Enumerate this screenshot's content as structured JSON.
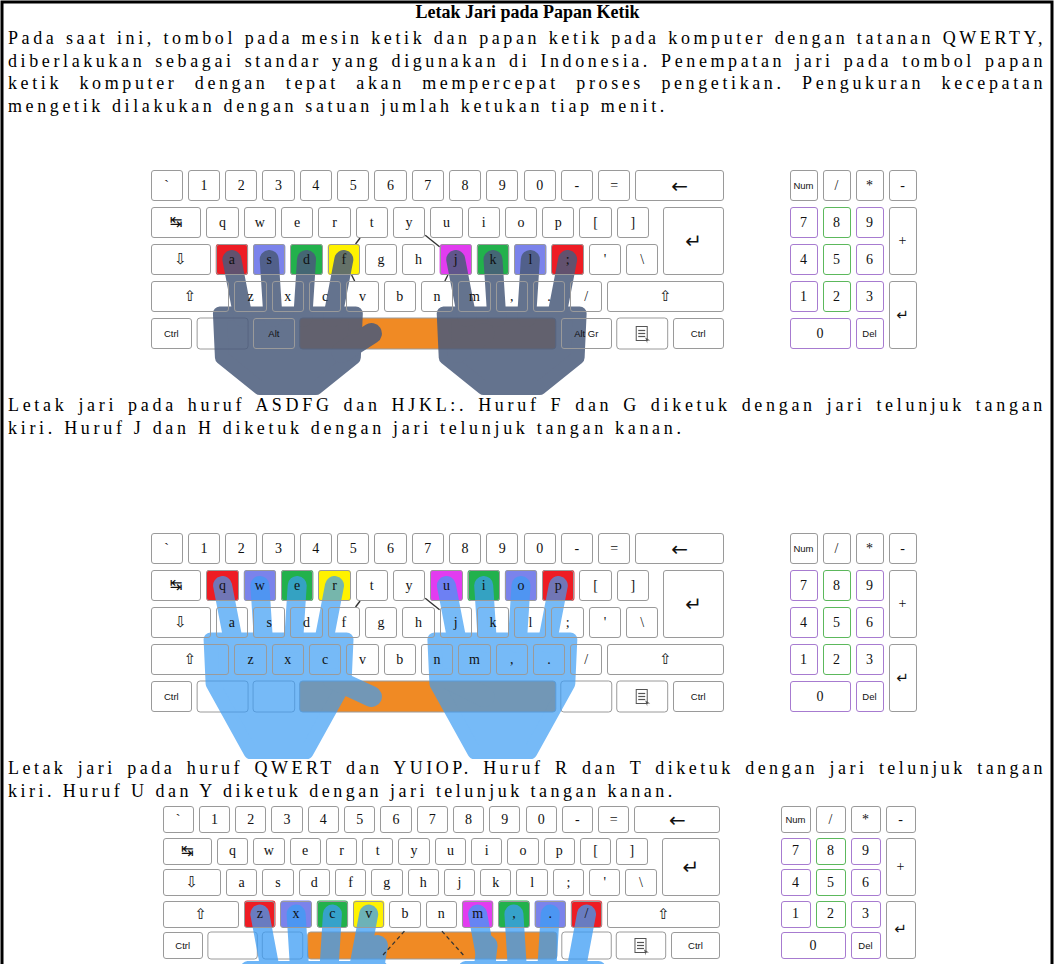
{
  "diagram": {
    "title": "Letak Jari pada Papan Ketik",
    "nodes": [
      {
        "text": [
          "`"
        ]
      },
      {
        "text": [
          "1"
        ]
      },
      {
        "text": [
          "2"
        ]
      },
      {
        "text": [
          "3"
        ]
      },
      {
        "text": [
          "4"
        ]
      },
      {
        "text": [
          "5"
        ]
      },
      {
        "text": [
          "6"
        ]
      },
      {
        "text": [
          "7"
        ]
      },
      {
        "text": [
          "8"
        ]
      },
      {
        "text": [
          "9"
        ]
      },
      {
        "text": [
          "0"
        ]
      },
      {
        "text": [
          "-"
        ]
      },
      {
        "text": [
          "="
        ]
      },
      {
        "text": [
          "←"
        ]
      },
      {
        "text": [
          "↹"
        ]
      },
      {
        "text": [
          "q"
        ]
      },
      {
        "text": [
          "w"
        ]
      },
      {
        "text": [
          "e"
        ]
      },
      {
        "text": [
          "r"
        ]
      },
      {
        "text": [
          "t"
        ]
      },
      {
        "text": [
          "y"
        ]
      },
      {
        "text": [
          "u"
        ]
      },
      {
        "text": [
          "i"
        ]
      },
      {
        "text": [
          "o"
        ]
      },
      {
        "text": [
          "p"
        ]
      },
      {
        "text": [
          "["
        ]
      },
      {
        "text": [
          "]"
        ]
      },
      {
        "text": [
          "↵"
        ]
      },
      {
        "text": [
          "⇩"
        ]
      },
      {
        "text": [
          "a"
        ]
      },
      {
        "text": [
          "s"
        ]
      },
      {
        "text": [
          "d"
        ]
      },
      {
        "text": [
          "f"
        ]
      },
      {
        "text": [
          "g"
        ]
      },
      {
        "text": [
          "h"
        ]
      },
      {
        "text": [
          "j"
        ]
      },
      {
        "text": [
          "k"
        ]
      },
      {
        "text": [
          "l"
        ]
      },
      {
        "text": [
          ";"
        ]
      },
      {
        "text": [
          "'"
        ]
      },
      {
        "text": [
          "\\"
        ]
      },
      {
        "text": [
          "⇧"
        ]
      },
      {
        "text": [
          "z"
        ]
      },
      {
        "text": [
          "x"
        ]
      },
      {
        "text": [
          "c"
        ]
      },
      {
        "text": [
          "v"
        ]
      },
      {
        "text": [
          "b"
        ]
      },
      {
        "text": [
          "n"
        ]
      },
      {
        "text": [
          "m"
        ]
      },
      {
        "text": [
          ","
        ]
      },
      {
        "text": [
          "."
        ]
      },
      {
        "text": [
          "/"
        ]
      },
      {
        "text": [
          "⇧"
        ]
      },
      {
        "text": [
          "Ctrl"
        ]
      },
      {
        "text": [
          "Alt"
        ]
      },
      {
        "text": [
          "Alt Gr"
        ]
      },
      {
        "text": [
          "Ctrl"
        ]
      },
      {
        "text": [
          "Num"
        ]
      },
      {
        "text": [
          "/"
        ]
      },
      {
        "text": [
          "*"
        ]
      },
      {
        "text": [
          "-"
        ]
      },
      {
        "text": [
          "7"
        ]
      },
      {
        "text": [
          "8"
        ]
      },
      {
        "text": [
          "9"
        ]
      },
      {
        "text": [
          "+"
        ]
      },
      {
        "text": [
          "4"
        ]
      },
      {
        "text": [
          "5"
        ]
      },
      {
        "text": [
          "6"
        ]
      },
      {
        "text": [
          "1"
        ]
      },
      {
        "text": [
          "2"
        ]
      },
      {
        "text": [
          "3"
        ]
      },
      {
        "text": [
          "↵"
        ]
      },
      {
        "text": [
          "0"
        ]
      },
      {
        "text": [
          "Del"
        ]
      },
      {
        "text": [
          "`"
        ]
      },
      {
        "text": [
          "1"
        ]
      },
      {
        "text": [
          "2"
        ]
      },
      {
        "text": [
          "3"
        ]
      },
      {
        "text": [
          "4"
        ]
      },
      {
        "text": [
          "5"
        ]
      },
      {
        "text": [
          "6"
        ]
      },
      {
        "text": [
          "7"
        ]
      },
      {
        "text": [
          "8"
        ]
      },
      {
        "text": [
          "9"
        ]
      },
      {
        "text": [
          "0"
        ]
      },
      {
        "text": [
          "-"
        ]
      },
      {
        "text": [
          "="
        ]
      },
      {
        "text": [
          "←"
        ]
      },
      {
        "text": [
          "↹"
        ]
      },
      {
        "text": [
          "q"
        ]
      },
      {
        "text": [
          "w"
        ]
      },
      {
        "text": [
          "e"
        ]
      },
      {
        "text": [
          "r"
        ]
      },
      {
        "text": [
          "t"
        ]
      },
      {
        "text": [
          "y"
        ]
      },
      {
        "text": [
          "u"
        ]
      },
      {
        "text": [
          "i"
        ]
      },
      {
        "text": [
          "o"
        ]
      },
      {
        "text": [
          "p"
        ]
      },
      {
        "text": [
          "["
        ]
      },
      {
        "text": [
          "]"
        ]
      },
      {
        "text": [
          "↵"
        ]
      },
      {
        "text": [
          "⇩"
        ]
      },
      {
        "text": [
          "a"
        ]
      },
      {
        "text": [
          "s"
        ]
      },
      {
        "text": [
          "d"
        ]
      },
      {
        "text": [
          "f"
        ]
      },
      {
        "text": [
          "g"
        ]
      },
      {
        "text": [
          "h"
        ]
      },
      {
        "text": [
          "j"
        ]
      },
      {
        "text": [
          "k"
        ]
      },
      {
        "text": [
          "l"
        ]
      },
      {
        "text": [
          ";"
        ]
      },
      {
        "text": [
          "'"
        ]
      },
      {
        "text": [
          "\\"
        ]
      },
      {
        "text": [
          "⇧"
        ]
      },
      {
        "text": [
          "z"
        ]
      },
      {
        "text": [
          "x"
        ]
      },
      {
        "text": [
          "c"
        ]
      },
      {
        "text": [
          "v"
        ]
      },
      {
        "text": [
          "b"
        ]
      },
      {
        "text": [
          "n"
        ]
      },
      {
        "text": [
          "m"
        ]
      },
      {
        "text": [
          ","
        ]
      },
      {
        "text": [
          "."
        ]
      },
      {
        "text": [
          "/"
        ]
      },
      {
        "text": [
          "⇧"
        ]
      },
      {
        "text": [
          "Ctrl"
        ]
      },
      {
        "text": [
          "Ctrl"
        ]
      },
      {
        "text": [
          "Num"
        ]
      },
      {
        "text": [
          "/"
        ]
      },
      {
        "text": [
          "*"
        ]
      },
      {
        "text": [
          "-"
        ]
      },
      {
        "text": [
          "7"
        ]
      },
      {
        "text": [
          "8"
        ]
      },
      {
        "text": [
          "9"
        ]
      },
      {
        "text": [
          "+"
        ]
      },
      {
        "text": [
          "4"
        ]
      },
      {
        "text": [
          "5"
        ]
      },
      {
        "text": [
          "6"
        ]
      },
      {
        "text": [
          "1"
        ]
      },
      {
        "text": [
          "2"
        ]
      },
      {
        "text": [
          "3"
        ]
      },
      {
        "text": [
          "↵"
        ]
      },
      {
        "text": [
          "0"
        ]
      },
      {
        "text": [
          "Del"
        ]
      },
      {
        "text": [
          "`"
        ]
      },
      {
        "text": [
          "1"
        ]
      },
      {
        "text": [
          "2"
        ]
      },
      {
        "text": [
          "3"
        ]
      },
      {
        "text": [
          "4"
        ]
      },
      {
        "text": [
          "5"
        ]
      },
      {
        "text": [
          "6"
        ]
      },
      {
        "text": [
          "7"
        ]
      },
      {
        "text": [
          "8"
        ]
      },
      {
        "text": [
          "9"
        ]
      },
      {
        "text": [
          "0"
        ]
      },
      {
        "text": [
          "-"
        ]
      },
      {
        "text": [
          "="
        ]
      },
      {
        "text": [
          "←"
        ]
      },
      {
        "text": [
          "↹"
        ]
      },
      {
        "text": [
          "q"
        ]
      },
      {
        "text": [
          "w"
        ]
      },
      {
        "text": [
          "e"
        ]
      },
      {
        "text": [
          "r"
        ]
      },
      {
        "text": [
          "t"
        ]
      },
      {
        "text": [
          "y"
        ]
      },
      {
        "text": [
          "u"
        ]
      },
      {
        "text": [
          "i"
        ]
      },
      {
        "text": [
          "o"
        ]
      },
      {
        "text": [
          "p"
        ]
      },
      {
        "text": [
          "["
        ]
      },
      {
        "text": [
          "]"
        ]
      },
      {
        "text": [
          "↵"
        ]
      },
      {
        "text": [
          "⇩"
        ]
      },
      {
        "text": [
          "a"
        ]
      },
      {
        "text": [
          "s"
        ]
      },
      {
        "text": [
          "d"
        ]
      },
      {
        "text": [
          "f"
        ]
      },
      {
        "text": [
          "g"
        ]
      },
      {
        "text": [
          "h"
        ]
      },
      {
        "text": [
          "j"
        ]
      },
      {
        "text": [
          "k"
        ]
      },
      {
        "text": [
          "l"
        ]
      },
      {
        "text": [
          ";"
        ]
      },
      {
        "text": [
          "'"
        ]
      },
      {
        "text": [
          "\\"
        ]
      },
      {
        "text": [
          "⇧"
        ]
      },
      {
        "text": [
          "z"
        ]
      },
      {
        "text": [
          "x"
        ]
      },
      {
        "text": [
          "c"
        ]
      },
      {
        "text": [
          "v"
        ]
      },
      {
        "text": [
          "b"
        ]
      },
      {
        "text": [
          "n"
        ]
      },
      {
        "text": [
          "m"
        ]
      },
      {
        "text": [
          ","
        ]
      },
      {
        "text": [
          "."
        ]
      },
      {
        "text": [
          "/"
        ]
      },
      {
        "text": [
          "⇧"
        ]
      },
      {
        "text": [
          "Ctrl"
        ]
      },
      {
        "text": [
          "Ctrl"
        ]
      },
      {
        "text": [
          "Num"
        ]
      },
      {
        "text": [
          "/"
        ]
      },
      {
        "text": [
          "*"
        ]
      },
      {
        "text": [
          "-"
        ]
      },
      {
        "text": [
          "7"
        ]
      },
      {
        "text": [
          "8"
        ]
      },
      {
        "text": [
          "9"
        ]
      },
      {
        "text": [
          "+"
        ]
      },
      {
        "text": [
          "4"
        ]
      },
      {
        "text": [
          "5"
        ]
      },
      {
        "text": [
          "6"
        ]
      },
      {
        "text": [
          "1"
        ]
      },
      {
        "text": [
          "2"
        ]
      },
      {
        "text": [
          "3"
        ]
      },
      {
        "text": [
          "↵"
        ]
      },
      {
        "text": [
          "0"
        ]
      },
      {
        "text": [
          "Del"
        ]
      }
    ],
    "edges": [
      {
        "from": 32,
        "to": 19,
        "arrow": "none"
      },
      {
        "from": 32,
        "to": 45,
        "arrow": "none"
      },
      {
        "from": 35,
        "to": 20,
        "arrow": "none"
      },
      {
        "from": 35,
        "to": 47,
        "arrow": "none"
      },
      {
        "from": 93,
        "to": 106,
        "arrow": "none"
      },
      {
        "from": 94,
        "to": 109,
        "arrow": "none"
      }
    ],
    "labels": [
      "Pada saat ini, tombol pada mesin ketik dan papan ketik pada komputer dengan tatanan QWERTY, diberlakukan sebagai standar yang digunakan di Indonesia. Penempatan jari pada tombol papan ketik komputer dengan tepat akan mempercepat proses pengetikan. Pengukuran kecepatan mengetik dilakukan dengan satuan jumlah ketukan tiap menit.",
      "Letak jari pada huruf ASDFG dan HJKL:. Huruf F dan G diketuk dengan jari telunjuk tangan kiri. Huruf J dan H diketuk dengan jari telunjuk tangan kanan.",
      "Letak jari pada huruf QWERT dan YUIOP. Huruf R dan T diketuk dengan jari telunjuk tangan kiri. Huruf U dan Y diketuk dengan jari telunjuk tangan kanan."
    ]
  }
}
